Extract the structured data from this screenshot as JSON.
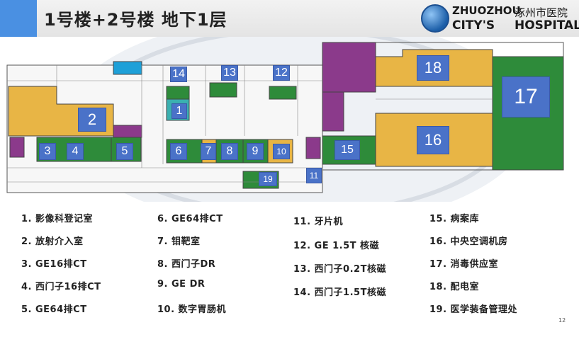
{
  "header": {
    "title": "1号楼+2号楼 地下1层",
    "logo": {
      "en_line1": "ZHUOZHOU",
      "en_line2_part1": "CITY'S",
      "en_line2_part2": "HOSPITAL",
      "cn": "涿州市医院"
    }
  },
  "rooms": [
    "1",
    "2",
    "3",
    "4",
    "5",
    "6",
    "7",
    "8",
    "9",
    "10",
    "11",
    "12",
    "13",
    "14",
    "15",
    "16",
    "17",
    "18",
    "19"
  ],
  "legend": [
    "1.  影像科登记室",
    "2.  放射介入室",
    "3.  GE16排CT",
    "4.  西门子16排CT",
    "5.  GE64排CT",
    "6.  GE64排CT",
    "7.  钼靶室",
    "8.  西门子DR",
    "9.  GE DR",
    "10. 数字胃肠机",
    "11. 牙片机",
    "12. GE 1.5T 核磁",
    "13. 西门子0.2T核磁",
    "14. 西门子1.5T核磁",
    "15. 病案库",
    "16. 中央空调机房",
    "17. 消毒供应室",
    "18. 配电室",
    "19. 医学装备管理处"
  ],
  "page_number": "12",
  "colors": {
    "accent": "#4a90e2",
    "room_label": "#4a72c8",
    "yellow_zone": "#e8b545",
    "green_zone": "#2e8b3a",
    "purple_zone": "#8b3a8b",
    "cyan_zone": "#1ea0d8"
  }
}
